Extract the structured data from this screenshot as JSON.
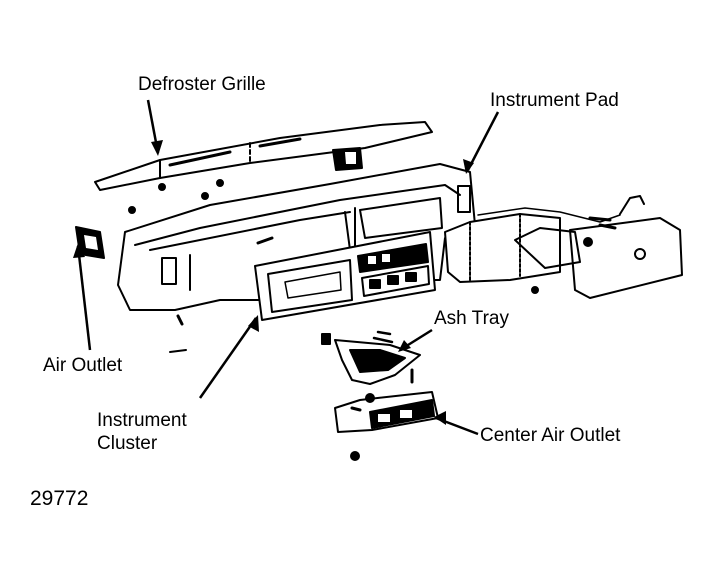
{
  "labels": {
    "defroster_grille": "Defroster Grille",
    "instrument_pad": "Instrument Pad",
    "ash_tray": "Ash Tray",
    "air_outlet": "Air Outlet",
    "instrument_cluster_line1": "Instrument",
    "instrument_cluster_line2": "Cluster",
    "center_air_outlet": "Center Air Outlet"
  },
  "figure_number": "29772",
  "colors": {
    "ink": "#000000",
    "paper": "#ffffff"
  }
}
